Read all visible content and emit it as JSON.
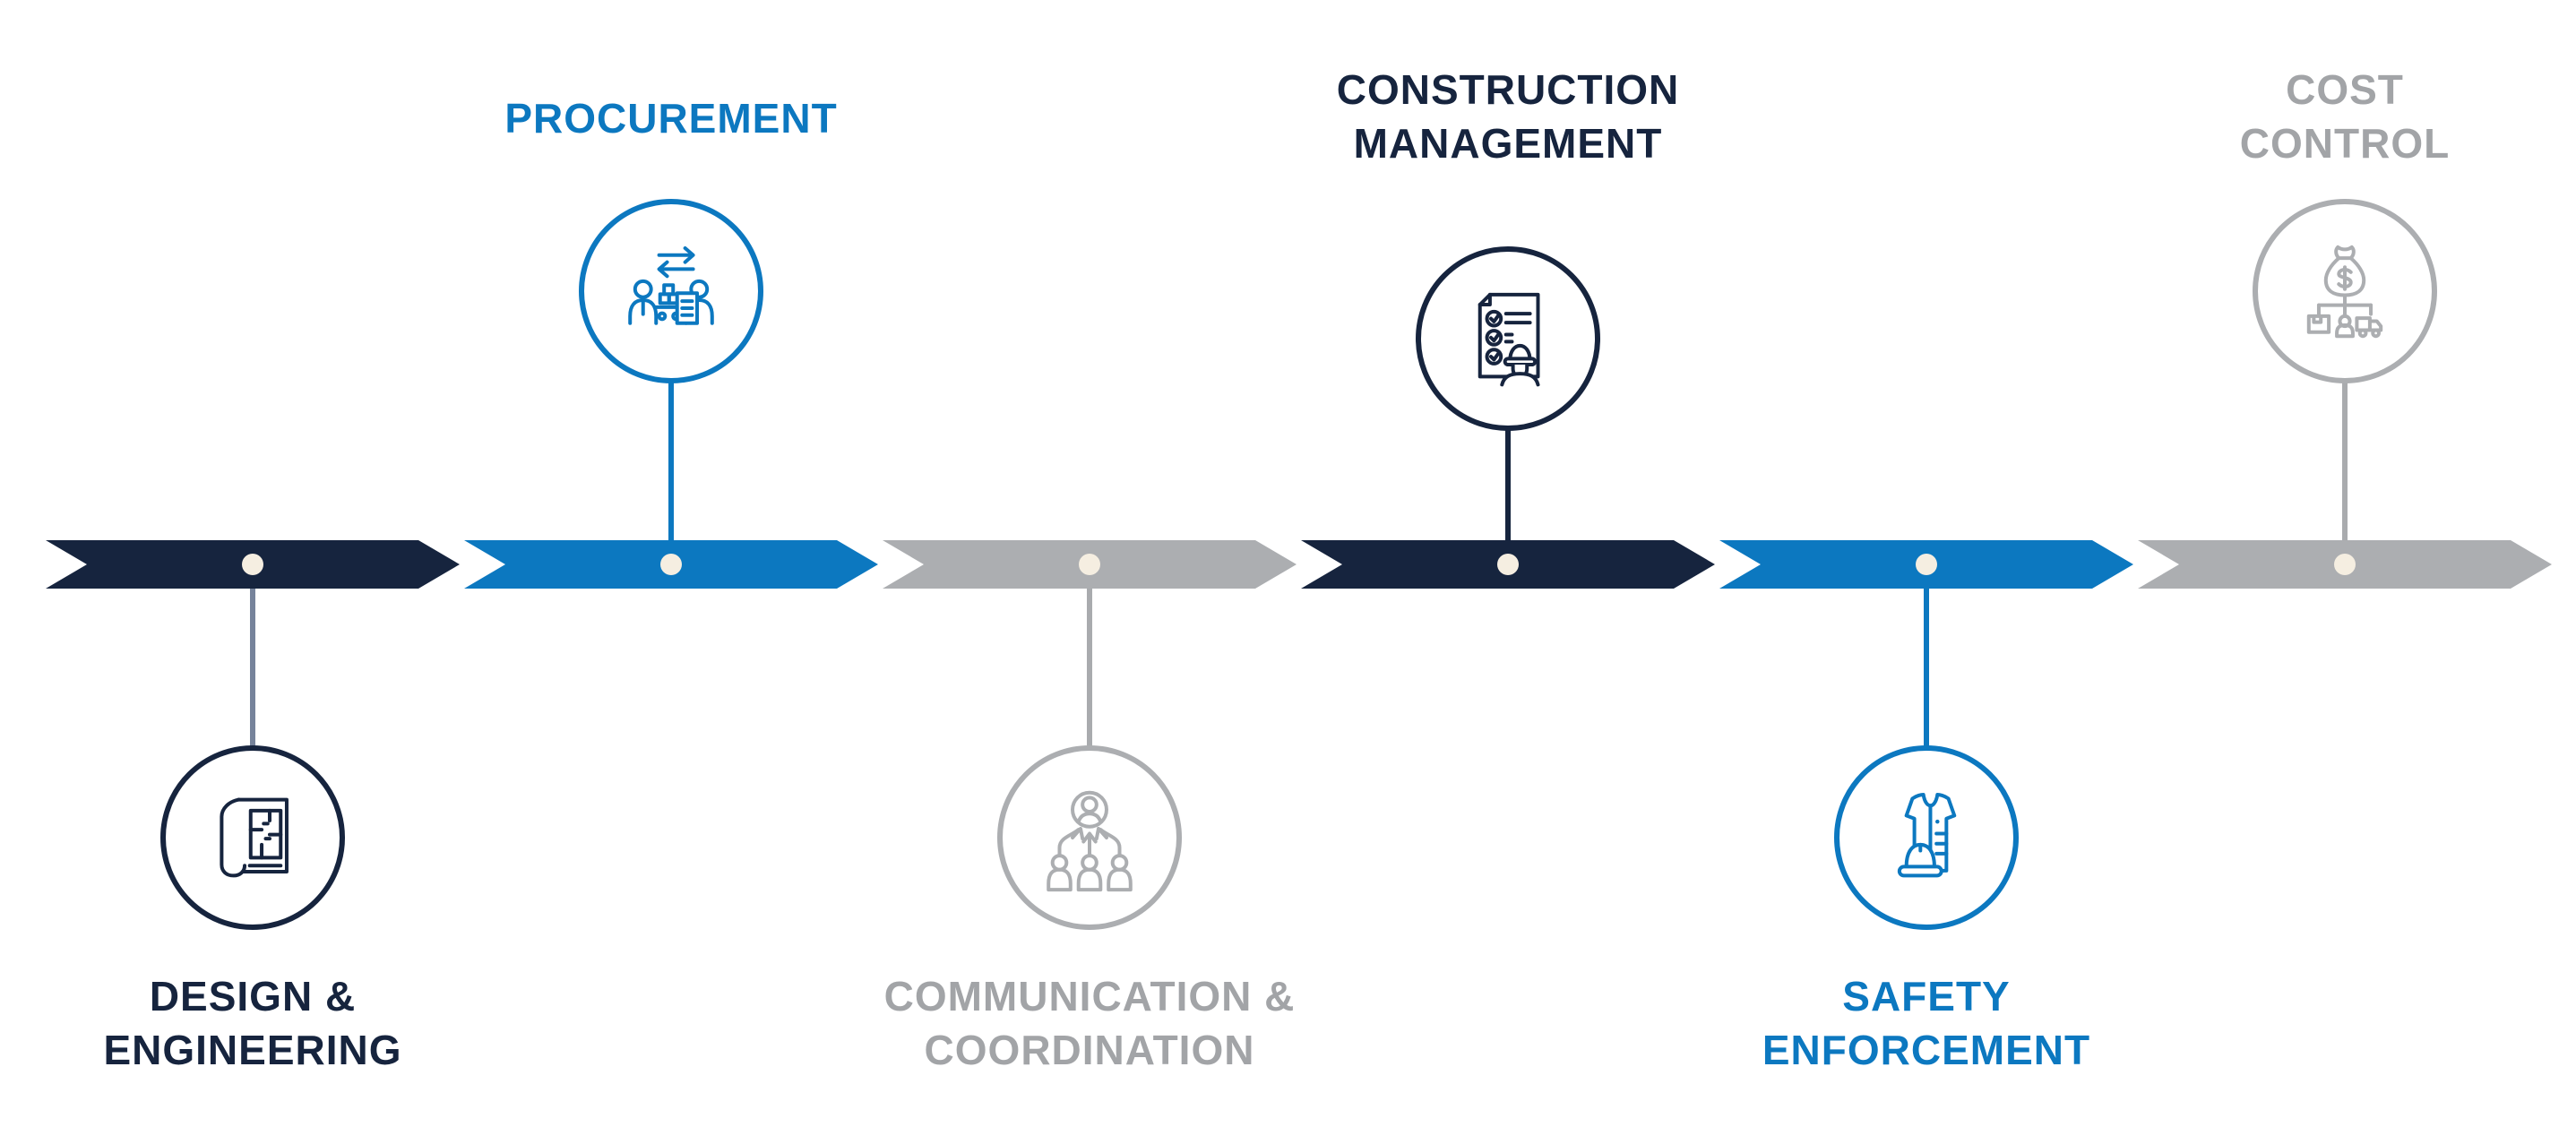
{
  "diagram": {
    "type": "process-timeline",
    "background": "#FFFFFF",
    "dot_color": "#F5EEE1",
    "stages": [
      {
        "id": "design-engineering",
        "label_lines": [
          "DESIGN &",
          "ENGINEERING"
        ],
        "position": "below",
        "label_color": "#16243E",
        "ring_color": "#16243E",
        "segment_color": "#16243E",
        "connector_color": "#76839B",
        "icon": "blueprint-icon"
      },
      {
        "id": "procurement",
        "label_lines": [
          "PROCUREMENT"
        ],
        "position": "above",
        "label_color": "#0C78C0",
        "ring_color": "#0C78C0",
        "segment_color": "#0C78C0",
        "connector_color": "#0C78C0",
        "icon": "buyer-supplier-exchange-icon"
      },
      {
        "id": "communication-coordination",
        "label_lines": [
          "COMMUNICATION &",
          "COORDINATION"
        ],
        "position": "below",
        "label_color": "#A2A4A7",
        "ring_color": "#ACAEB1",
        "segment_color": "#ACAEB1",
        "connector_color": "#A9ABAE",
        "icon": "org-chart-icon"
      },
      {
        "id": "construction-management",
        "label_lines": [
          "CONSTRUCTION",
          "MANAGEMENT"
        ],
        "position": "above",
        "label_color": "#16243E",
        "ring_color": "#16243E",
        "segment_color": "#16243E",
        "connector_color": "#16243E",
        "icon": "checklist-worker-icon"
      },
      {
        "id": "safety-enforcement",
        "label_lines": [
          "SAFETY",
          "ENFORCEMENT"
        ],
        "position": "below",
        "label_color": "#0C78C0",
        "ring_color": "#0C78C0",
        "segment_color": "#0C78C0",
        "connector_color": "#0C78C0",
        "icon": "safety-vest-icon"
      },
      {
        "id": "cost-control",
        "label_lines": [
          "COST",
          "CONTROL"
        ],
        "position": "above",
        "label_color": "#A2A4A7",
        "ring_color": "#ACAEB1",
        "segment_color": "#ACAEB1",
        "connector_color": "#A9ABAE",
        "icon": "money-allocation-icon"
      }
    ]
  }
}
